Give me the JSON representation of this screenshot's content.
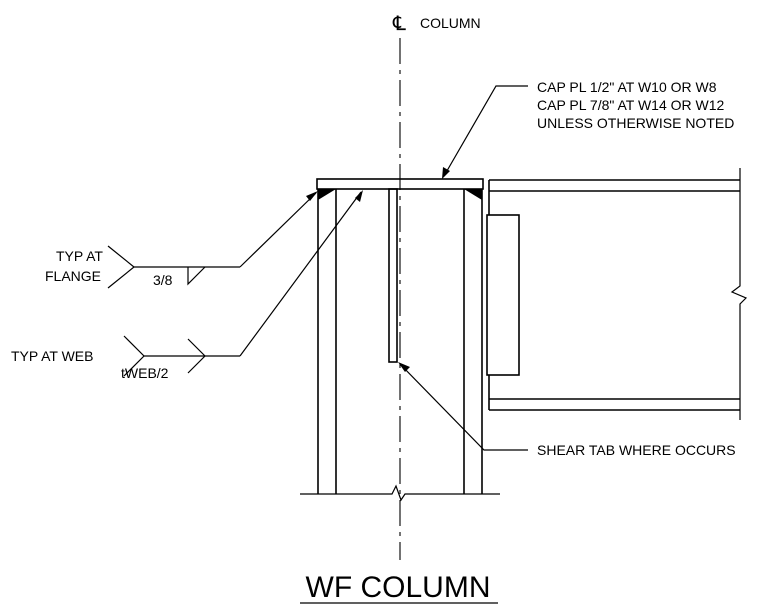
{
  "drawing": {
    "title": "WF COLUMN",
    "centerline_symbol": "℄",
    "centerline_label": "COLUMN",
    "cap_plate_note": [
      "CAP PL 1/2\" AT W10 OR W8",
      "CAP PL 7/8\" AT W14 OR W12",
      "UNLESS OTHERWISE NOTED"
    ],
    "flange_weld": {
      "label_lines": [
        "TYP AT",
        "FLANGE"
      ],
      "size": "3/8"
    },
    "web_weld": {
      "label": "TYP AT WEB",
      "size": "tWEB/2"
    },
    "shear_tab_note": "SHEAR TAB WHERE OCCURS"
  }
}
